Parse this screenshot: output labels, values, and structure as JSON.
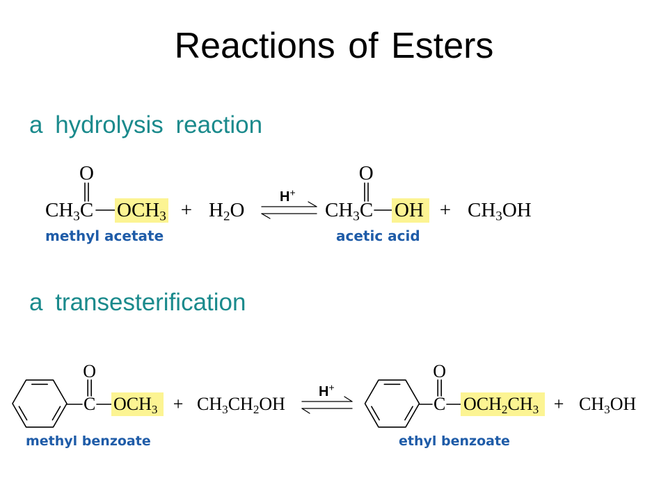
{
  "colors": {
    "heading": "#1a8a8c",
    "label": "#1f5ca8",
    "highlight": "#fcf493",
    "ink": "#000000"
  },
  "title": "Reactions of Esters",
  "hydrolysis": {
    "heading": "a hydrolysis reaction",
    "reactant": {
      "carbonyl_oxygen": "O",
      "acyl": "CH3C",
      "alkoxy": "OCH3",
      "name": "methyl acetate"
    },
    "plus_1": "+",
    "reagent": "H2O",
    "catalyst": "H+",
    "product": {
      "carbonyl_oxygen": "O",
      "acyl": "CH3C",
      "group": "OH",
      "name": "acetic acid"
    },
    "plus_2": "+",
    "byproduct": "CH3OH"
  },
  "transesterification": {
    "heading": "a transesterification",
    "reactant": {
      "carbonyl_oxygen": "O",
      "carbonyl_carbon": "C",
      "alkoxy": "OCH3",
      "name": "methyl benzoate"
    },
    "plus_1": "+",
    "reagent": "CH3CH2OH",
    "catalyst": "H+",
    "product": {
      "carbonyl_oxygen": "O",
      "carbonyl_carbon": "C",
      "alkoxy": "OCH2CH3",
      "name": "ethyl benzoate"
    },
    "plus_2": "+",
    "byproduct": "CH3OH"
  }
}
